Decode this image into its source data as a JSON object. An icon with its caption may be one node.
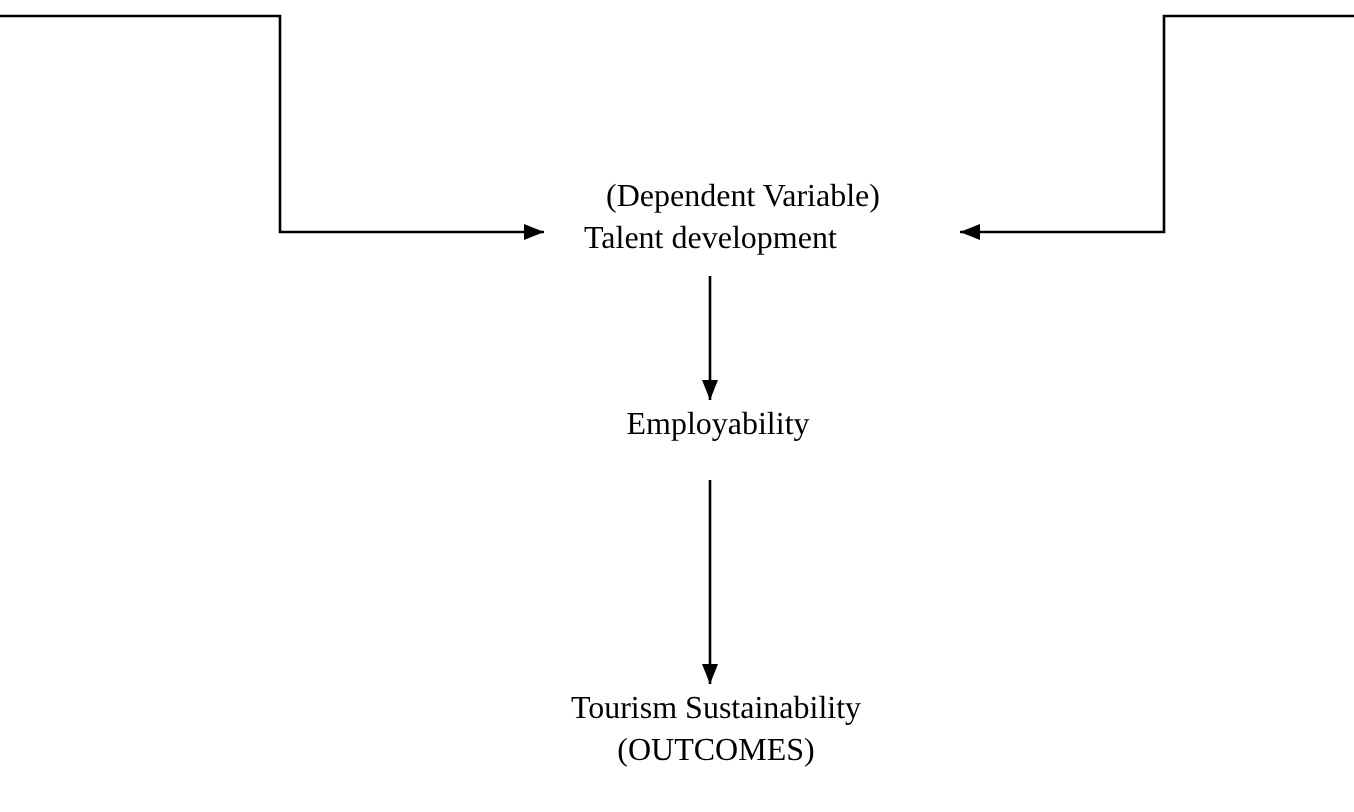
{
  "diagram": {
    "nodes": [
      {
        "text": [
          "(Dependent Variable)",
          "Talent development"
        ]
      },
      {
        "text": [
          "Employability"
        ]
      },
      {
        "text": [
          "Tourism Sustainability",
          "(OUTCOMES)"
        ]
      }
    ],
    "edges": [
      {
        "from": null,
        "to": 0,
        "arrow": "to"
      },
      {
        "from": null,
        "to": 0,
        "arrow": "to"
      },
      {
        "from": 0,
        "to": 1,
        "arrow": "to"
      },
      {
        "from": 1,
        "to": 2,
        "arrow": "to"
      }
    ]
  }
}
